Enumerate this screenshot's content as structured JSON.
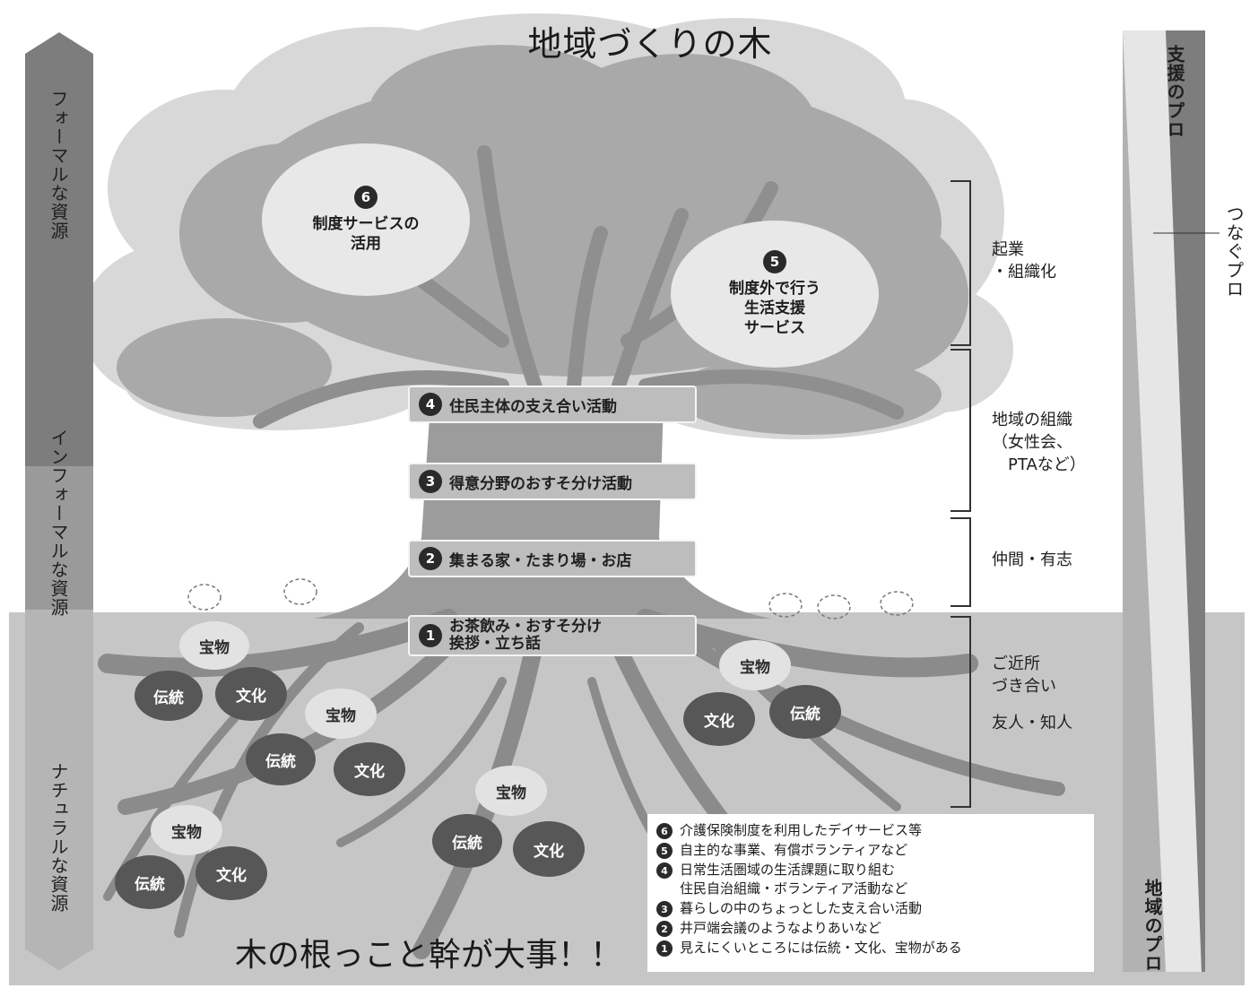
{
  "title": "地域づくりの木",
  "footer_title": "木の根っこと幹が大事！！",
  "left_axis": {
    "formal": "フォーマルな資源",
    "informal": "インフォーマルな資源",
    "natural": "ナチュラルな資源"
  },
  "right_axis": {
    "support_pro": "支援のプロ",
    "connect_pro": "つなぐプロ",
    "community_pro": "地域のプロ"
  },
  "side_labels": {
    "kigyou": "起業\n・組織化",
    "chiiki_soshiki": "地域の組織\n（女性会、\n　PTAなど）",
    "nakama": "仲間・有志",
    "gokinjo": "ご近所\nづき合い",
    "yuujin": "友人・知人"
  },
  "canopy_circles": {
    "c6": {
      "num": "6",
      "text": "制度サービスの\n活用"
    },
    "c5": {
      "num": "5",
      "text": "制度外で行う\n生活支援\nサービス"
    }
  },
  "activities": [
    {
      "num": "4",
      "text": "住民主体の支え合い活動"
    },
    {
      "num": "3",
      "text": "得意分野のおすそ分け活動"
    },
    {
      "num": "2",
      "text": "集まる家・たまり場・お店"
    },
    {
      "num": "1",
      "text": "お茶飲み・おすそ分け\n挨拶・立ち話"
    }
  ],
  "root_nodes": {
    "treasure": "宝物",
    "tradition": "伝統",
    "culture": "文化"
  },
  "legend": [
    {
      "num": "6",
      "text": "介護保険制度を利用したデイサービス等"
    },
    {
      "num": "5",
      "text": "自主的な事業、有償ボランティアなど"
    },
    {
      "num": "4",
      "text": "日常生活圏域の生活課題に取り組む\n住民自治組織・ボランティア活動など"
    },
    {
      "num": "3",
      "text": "暮らしの中のちょっとした支え合い活動"
    },
    {
      "num": "2",
      "text": "井戸端会議のようなよりあいなど"
    },
    {
      "num": "1",
      "text": "見えにくいところには伝統・文化、宝物がある"
    }
  ],
  "colors": {
    "canopy_light": "#d6d6d6",
    "canopy_mid": "#a8a8a8",
    "trunk": "#9a9a9a",
    "ground": "#c4c4c4",
    "roots": "#8a8a8a",
    "dark_node": "#575757",
    "light_node": "#e2e2e2"
  }
}
